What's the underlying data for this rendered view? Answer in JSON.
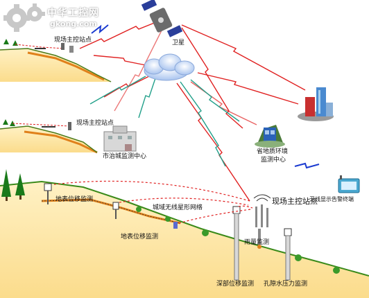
{
  "logo": {
    "cn": "中华工控网",
    "en": "gkong.com"
  },
  "labels": {
    "site_top": "现场主控站点",
    "site_mid": "现场主控站点",
    "site_main": "现场主控站点",
    "satellite": "卫星",
    "city_center": "市治城监测中心",
    "province_center_1": "省地质环境",
    "province_center_2": "监测中心",
    "wireless_net": "城域无线星形网络",
    "wireless_alarm": "无线显示告警终端",
    "surface_disp_1": "地表位移监测",
    "surface_disp_2": "地表位移监测",
    "rain_monitor": "雨量监测",
    "deep_disp": "深部位移监测",
    "pore_pressure": "孔隙水压力监测"
  },
  "colors": {
    "red_link": "#e02020",
    "green_link": "#22a08a",
    "blue_link": "#1a3ad0",
    "slope_fill": "#fde7a6",
    "slope_edge": "#e0801a",
    "tree": "#1a7a1a"
  }
}
